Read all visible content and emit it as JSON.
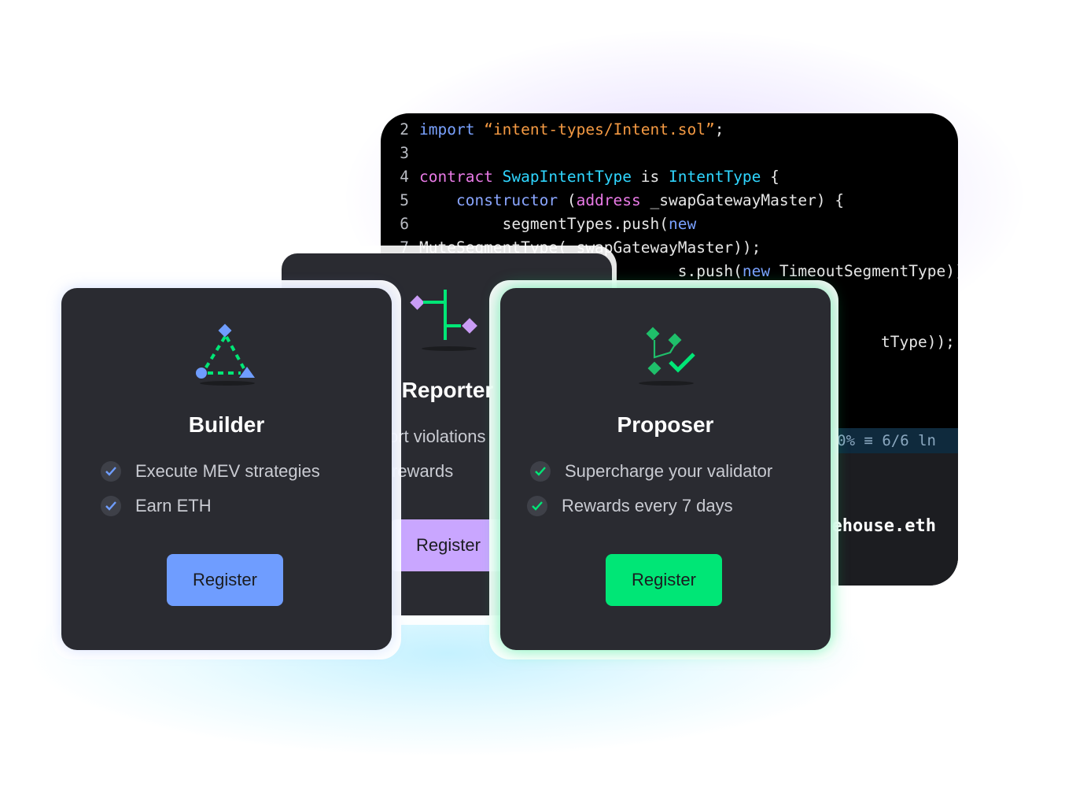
{
  "editor": {
    "lines": [
      {
        "num": "2",
        "html_parts": [
          [
            "kw-blue",
            "import"
          ],
          [
            "plain",
            " "
          ],
          [
            "str",
            "“intent-types/Intent.sol”"
          ],
          [
            "plain",
            ";"
          ]
        ]
      },
      {
        "num": "3",
        "html_parts": []
      },
      {
        "num": "4",
        "html_parts": [
          [
            "kw-pink",
            "contract"
          ],
          [
            "plain",
            " "
          ],
          [
            "kw-cyan",
            "SwapIntentType"
          ],
          [
            "plain",
            " is "
          ],
          [
            "kw-cyan",
            "IntentType"
          ],
          [
            "plain",
            " {"
          ]
        ]
      },
      {
        "num": "5",
        "html_parts": [
          [
            "plain",
            "    "
          ],
          [
            "kw-ctor",
            "constructor"
          ],
          [
            "plain",
            " ("
          ],
          [
            "kw-pink",
            "address"
          ],
          [
            "plain",
            " _swapGatewayMaster) {"
          ]
        ]
      },
      {
        "num": "6",
        "html_parts": [
          [
            "plain",
            "         segmentTypes.push("
          ],
          [
            "kw-blue",
            "new"
          ]
        ]
      },
      {
        "num": "7",
        "html_parts": [
          [
            "plain",
            "MuteSegmentType(_swapGatewayMaster));"
          ]
        ]
      },
      {
        "num": "",
        "html_parts": [
          [
            "plain",
            "                            s.push("
          ],
          [
            "kw-blue",
            "new"
          ],
          [
            "plain",
            " TimeoutSegmentType));"
          ]
        ]
      },
      {
        "num": "",
        "html_parts": []
      },
      {
        "num": "",
        "html_parts": []
      },
      {
        "num": "",
        "html_parts": [
          [
            "plain",
            "                                                  tType));"
          ]
        ]
      }
    ],
    "status_text": "0% ≡ 6/6 ln",
    "ens_name": "ehouse.eth"
  },
  "cards": {
    "builder": {
      "title": "Builder",
      "features": [
        "Execute MEV strategies",
        "Earn ETH"
      ],
      "button": "Register",
      "accent": "#6f9dff"
    },
    "reporter": {
      "title": "Reporter",
      "features": [
        "ort violations",
        "rewards"
      ],
      "button": "Register",
      "accent": "#c9a6ff"
    },
    "proposer": {
      "title": "Proposer",
      "features": [
        "Supercharge your validator",
        "Rewards every 7 days"
      ],
      "button": "Register",
      "accent": "#00e676"
    }
  }
}
